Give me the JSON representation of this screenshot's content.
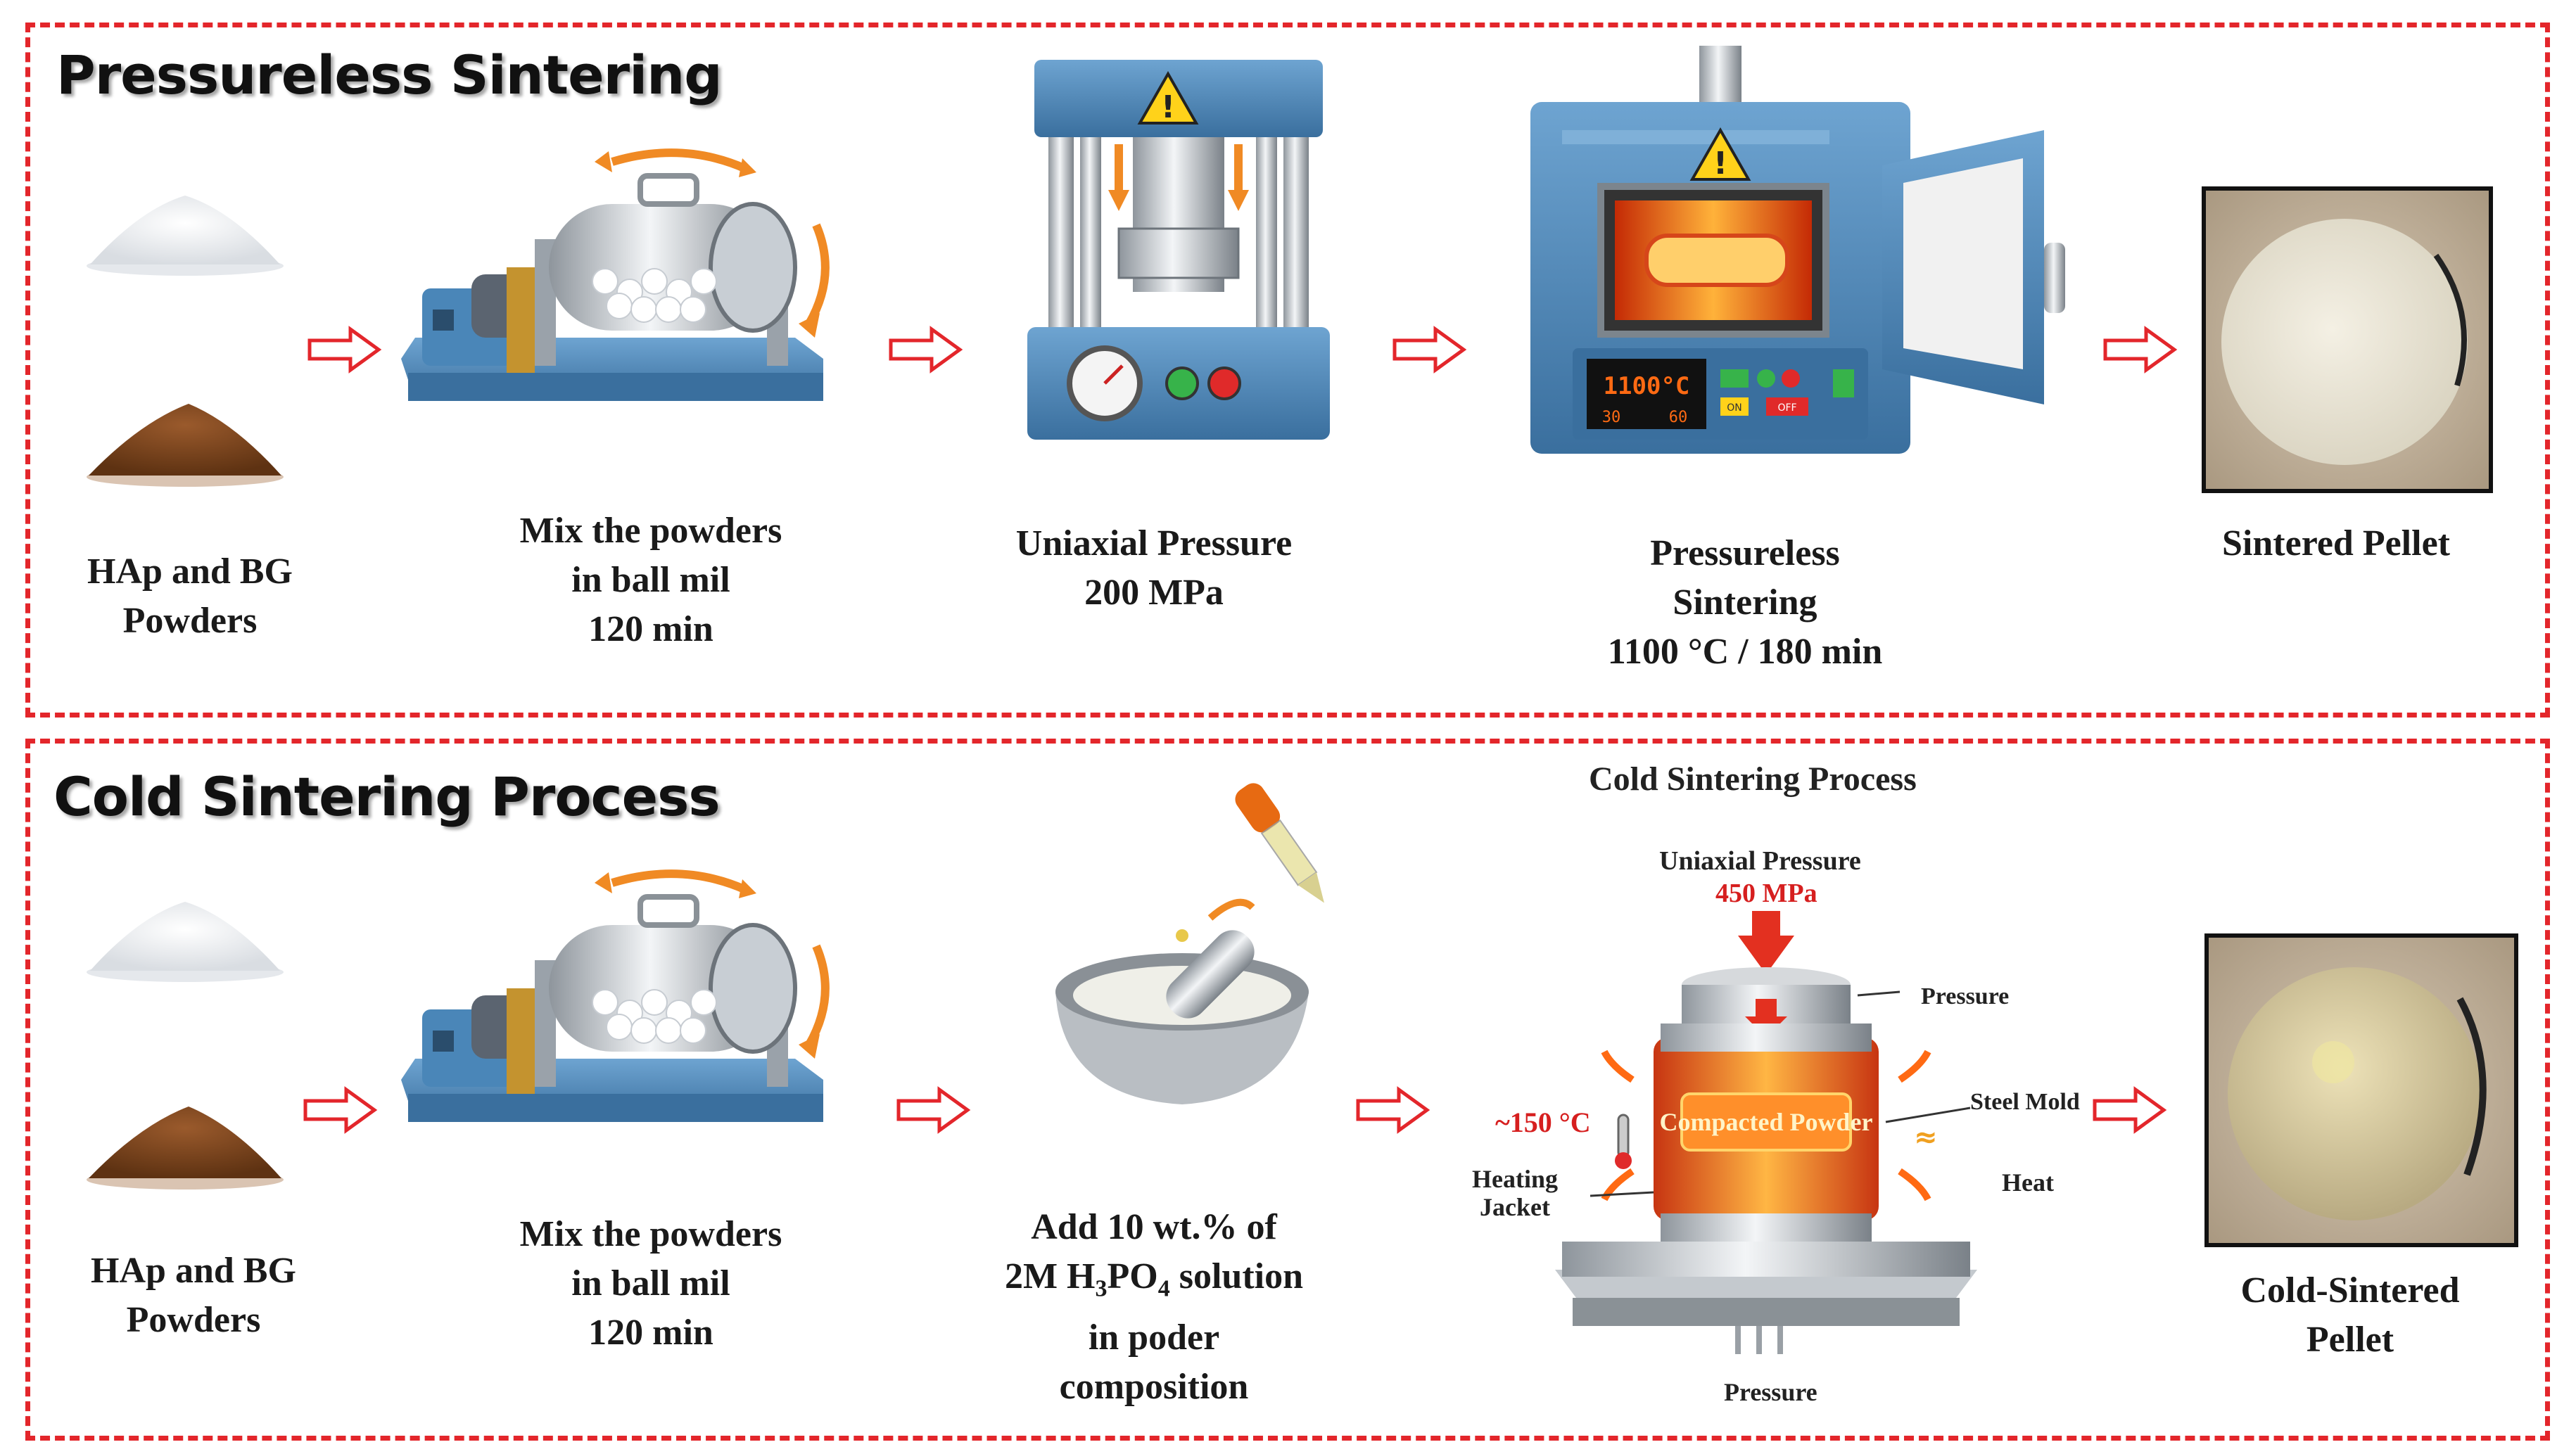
{
  "top": {
    "title": "Pressureless Sintering",
    "step1": {
      "line1": "HAp and BG",
      "line2": "Powders"
    },
    "step2": {
      "line1": "Mix the powders",
      "line2": "in  ball mil",
      "line3": "120 min"
    },
    "step3": {
      "line1": "Uniaxial Pressure",
      "line2": "200 MPa"
    },
    "step4": {
      "line1": "Pressureless",
      "line2": "Sintering",
      "line3": "1100 °C / 180 min"
    },
    "step5": {
      "line1": "Sintered Pellet"
    },
    "furnace_display": {
      "temp": "1100°C",
      "val1": "30",
      "val2": "60",
      "on": "ON",
      "off": "OFF"
    }
  },
  "bottom": {
    "title": "Cold Sintering Process",
    "step1": {
      "line1": "HAp and BG",
      "line2": "Powders"
    },
    "step2": {
      "line1": "Mix the powders",
      "line2": "in  ball mil",
      "line3": "120 min"
    },
    "step3": {
      "line1": "Add 10 wt.% of",
      "line2_prefix": "2M H",
      "sub1": "3",
      "mid": "PO",
      "sub2": "4",
      "line2_suffix": " solution",
      "line3": "in poder",
      "line4": "composition"
    },
    "csp": {
      "title": "Cold Sintering Process",
      "uniaxial": "Uniaxial Pressure",
      "mpa": "450 MPa",
      "pressure_label": "Pressure",
      "steel_mold": "Steel Mold",
      "temp": "~150 °C",
      "compacted": "Compacted Powder",
      "heating": "Heating",
      "jacket": "Jacket",
      "heat": "Heat",
      "pressure_bottom": "Pressure"
    },
    "step5": {
      "line1": "Cold-Sintered",
      "line2": "Pellet"
    }
  },
  "colors": {
    "border": "#e3262b",
    "machine_blue": "#4a86b8",
    "orange": "#f08a24",
    "hot": "#ff6a13"
  }
}
